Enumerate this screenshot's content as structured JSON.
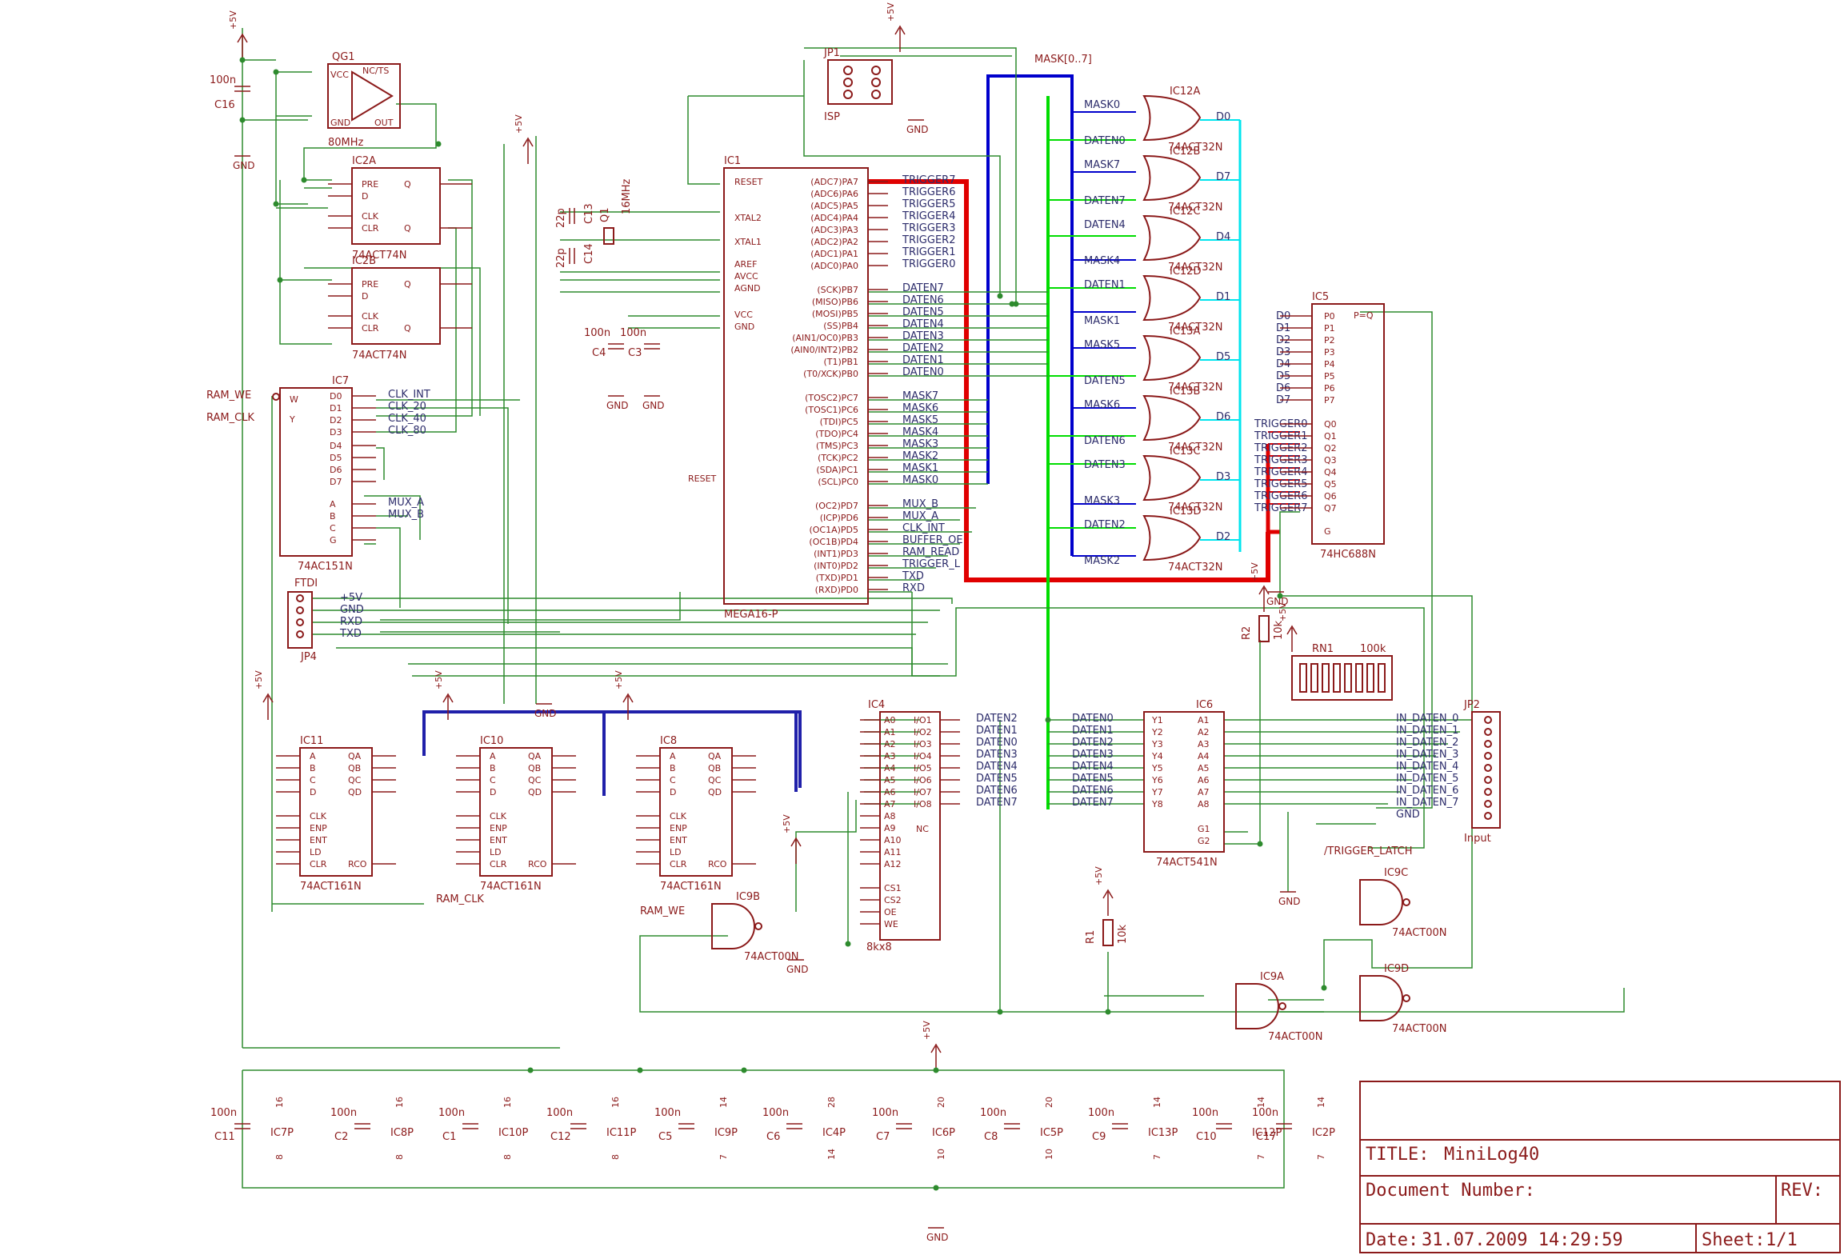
{
  "title_block": {
    "title_label": "TITLE:",
    "title_value": "MiniLog40",
    "docnum_label": "Document Number:",
    "rev_label": "REV:",
    "date_label": "Date:",
    "date_value": "31.07.2009 14:29:59",
    "sheet_label": "Sheet:",
    "sheet_value": "1/1"
  },
  "bus_labels": {
    "mask_bus": "MASK[0..7]"
  },
  "power": {
    "plus5v": "+5V",
    "gnd": "GND"
  },
  "oscillator": {
    "name": "QG1",
    "freq": "80MHz",
    "cap": "100n",
    "cap_name": "C16",
    "pins": [
      "VCC",
      "GND",
      "NC/TS",
      "OUT"
    ]
  },
  "flipflops": [
    {
      "name": "IC2A",
      "type": "74ACT74N",
      "pins": [
        "PRE",
        "D",
        "CLK",
        "CLR",
        "Q",
        "Q"
      ]
    },
    {
      "name": "IC2B",
      "type": "74ACT74N",
      "pins": [
        "PRE",
        "D",
        "CLK",
        "CLR",
        "Q",
        "Q"
      ]
    }
  ],
  "mux": {
    "name": "IC7",
    "type": "74AC151N",
    "left_pins": [
      "W",
      "Y"
    ],
    "inputs": [
      "D0",
      "D1",
      "D2",
      "D3",
      "D4",
      "D5",
      "D6",
      "D7",
      "A",
      "B",
      "C",
      "G"
    ],
    "nets": [
      "CLK_INT",
      "CLK_20",
      "CLK_40",
      "CLK_80",
      "MUX_A",
      "MUX_B"
    ],
    "ext": [
      "RAM_WE",
      "RAM_CLK"
    ]
  },
  "ftdi": {
    "name": "FTDI",
    "ref": "JP4",
    "nets": [
      "+5V",
      "GND",
      "RXD",
      "TXD"
    ]
  },
  "isp": {
    "name": "JP1",
    "label": "ISP"
  },
  "crystal": {
    "name": "Q1",
    "freq": "16MHz",
    "caps": [
      "C13",
      "C14"
    ],
    "cap_value": "22p"
  },
  "decoupling_mcu": [
    {
      "name": "C4",
      "value": "100n"
    },
    {
      "name": "C3",
      "value": "100n"
    }
  ],
  "mcu": {
    "name": "IC1",
    "type": "MEGA16-P",
    "left_pins": [
      "RESET",
      "XTAL2",
      "XTAL1",
      "AREF",
      "AVCC",
      "AGND",
      "VCC",
      "GND",
      "RESET"
    ],
    "portA": [
      "(ADC7)PA7",
      "(ADC6)PA6",
      "(ADC5)PA5",
      "(ADC4)PA4",
      "(ADC3)PA3",
      "(ADC2)PA2",
      "(ADC1)PA1",
      "(ADC0)PA0"
    ],
    "portB": [
      "(SCK)PB7",
      "(MISO)PB6",
      "(MOSI)PB5",
      "(SS)PB4",
      "(AIN1/OC0)PB3",
      "(AIN0/INT2)PB2",
      "(T1)PB1",
      "(T0/XCK)PB0"
    ],
    "portC": [
      "(TOSC2)PC7",
      "(TOSC1)PC6",
      "(TDI)PC5",
      "(TDO)PC4",
      "(TMS)PC3",
      "(TCK)PC2",
      "(SDA)PC1",
      "(SCL)PC0"
    ],
    "portD": [
      "(OC2)PD7",
      "(ICP)PD6",
      "(OC1A)PD5",
      "(OC1B)PD4",
      "(INT1)PD3",
      "(INT0)PD2",
      "(TXD)PD1",
      "(RXD)PD0"
    ],
    "nets_A": [
      "TRIGGER7",
      "TRIGGER6",
      "TRIGGER5",
      "TRIGGER4",
      "TRIGGER3",
      "TRIGGER2",
      "TRIGGER1",
      "TRIGGER0"
    ],
    "nets_B": [
      "DATEN7",
      "DATEN6",
      "DATEN5",
      "DATEN4",
      "DATEN3",
      "DATEN2",
      "DATEN1",
      "DATEN0"
    ],
    "nets_C": [
      "MASK7",
      "MASK6",
      "MASK5",
      "MASK4",
      "MASK3",
      "MASK2",
      "MASK1",
      "MASK0"
    ],
    "nets_D": [
      "MUX_B",
      "MUX_A",
      "CLK_INT",
      "BUFFER_OE",
      "RAM_READ",
      "TRIGGER_L",
      "TXD",
      "RXD"
    ]
  },
  "or_gates": [
    {
      "name": "IC12A",
      "in": [
        "MASK0",
        "DATEN0"
      ],
      "out": "D0"
    },
    {
      "name": "IC12B",
      "in": [
        "MASK7",
        "DATEN7"
      ],
      "out": "D7"
    },
    {
      "name": "IC12C",
      "in": [
        "DATEN4",
        "MASK4"
      ],
      "out": "D4"
    },
    {
      "name": "IC12D",
      "in": [
        "DATEN1",
        "MASK1"
      ],
      "out": "D1"
    },
    {
      "name": "IC13A",
      "in": [
        "MASK5",
        "DATEN5"
      ],
      "out": "D5"
    },
    {
      "name": "IC13B",
      "in": [
        "MASK6",
        "DATEN6"
      ],
      "out": "D6"
    },
    {
      "name": "IC13C",
      "in": [
        "DATEN3",
        "MASK3"
      ],
      "out": "D3"
    },
    {
      "name": "IC13D",
      "in": [
        "DATEN2",
        "MASK2"
      ],
      "out": "D2"
    }
  ],
  "or_gate_type": "74ACT32N",
  "comparator": {
    "name": "IC5",
    "type": "74HC688N",
    "p_pins": [
      "P0",
      "P1",
      "P2",
      "P3",
      "P4",
      "P5",
      "P6",
      "P7"
    ],
    "q_pins": [
      "Q0",
      "Q1",
      "Q2",
      "Q3",
      "Q4",
      "Q5",
      "Q6",
      "Q7"
    ],
    "out": "P=Q",
    "g": "G",
    "d_nets": [
      "D0",
      "D1",
      "D2",
      "D3",
      "D4",
      "D5",
      "D6",
      "D7"
    ],
    "t_nets": [
      "TRIGGER0",
      "TRIGGER1",
      "TRIGGER2",
      "TRIGGER3",
      "TRIGGER4",
      "TRIGGER5",
      "TRIGGER6",
      "TRIGGER7"
    ]
  },
  "counters": [
    {
      "name": "IC11",
      "type": "74ACT161N"
    },
    {
      "name": "IC10",
      "type": "74ACT161N"
    },
    {
      "name": "IC8",
      "type": "74ACT161N"
    }
  ],
  "counter_pins_left": [
    "A",
    "B",
    "C",
    "D",
    "CLK",
    "ENP",
    "ENT",
    "LD",
    "CLR"
  ],
  "counter_pins_right": [
    "QA",
    "QB",
    "QC",
    "QD",
    "RCO"
  ],
  "ram": {
    "name": "IC4",
    "type": "8kx8",
    "addr": [
      "A0",
      "A1",
      "A2",
      "A3",
      "A4",
      "A5",
      "A6",
      "A7",
      "A8",
      "A9",
      "A10",
      "A11",
      "A12"
    ],
    "ctl": [
      "CS1",
      "CS2",
      "OE",
      "WE"
    ],
    "io": [
      "I/O1",
      "I/O2",
      "I/O3",
      "I/O4",
      "I/O5",
      "I/O6",
      "I/O7",
      "I/O8"
    ],
    "nc": "NC",
    "nets": [
      "DATEN2",
      "DATEN1",
      "DATEN0",
      "DATEN3",
      "DATEN4",
      "DATEN5",
      "DATEN6",
      "DATEN7"
    ]
  },
  "buffer": {
    "name": "IC6",
    "type": "74ACT541N",
    "y": [
      "Y1",
      "Y2",
      "Y3",
      "Y4",
      "Y5",
      "Y6",
      "Y7",
      "Y8"
    ],
    "a": [
      "A1",
      "A2",
      "A3",
      "A4",
      "A5",
      "A6",
      "A7",
      "A8"
    ],
    "g": [
      "G1",
      "G2"
    ],
    "nets_left": [
      "DATEN0",
      "DATEN1",
      "DATEN2",
      "DATEN3",
      "DATEN4",
      "DATEN5",
      "DATEN6",
      "DATEN7"
    ]
  },
  "input_connector": {
    "name": "JP2",
    "label": "Input",
    "nets": [
      "IN_DATEN_0",
      "IN_DATEN_1",
      "IN_DATEN_2",
      "IN_DATEN_3",
      "IN_DATEN_4",
      "IN_DATEN_5",
      "IN_DATEN_6",
      "IN_DATEN_7",
      "GND"
    ]
  },
  "resnet": {
    "name": "RN1",
    "value": "100k"
  },
  "resistors": [
    {
      "name": "R2",
      "value": "10k"
    },
    {
      "name": "R1",
      "value": "10k"
    }
  ],
  "nand_gates": [
    {
      "name": "IC9A",
      "type": "74ACT00N"
    },
    {
      "name": "IC9B",
      "type": "74ACT00N"
    },
    {
      "name": "IC9C",
      "type": "74ACT00N"
    },
    {
      "name": "IC9D",
      "type": "74ACT00N"
    }
  ],
  "misc_nets": {
    "ram_we": "RAM_WE",
    "ram_clk": "RAM_CLK",
    "trigger_latch": "/TRIGGER_LATCH"
  },
  "decoupling": [
    {
      "cap": "C11",
      "ic": "IC7P",
      "vcc": "16",
      "gnd": "8"
    },
    {
      "cap": "C2",
      "ic": "IC8P",
      "vcc": "16",
      "gnd": "8"
    },
    {
      "cap": "C1",
      "ic": "IC10P",
      "vcc": "16",
      "gnd": "8"
    },
    {
      "cap": "C12",
      "ic": "IC11P",
      "vcc": "16",
      "gnd": "8"
    },
    {
      "cap": "C5",
      "ic": "IC9P",
      "vcc": "14",
      "gnd": "7"
    },
    {
      "cap": "C6",
      "ic": "IC4P",
      "vcc": "28",
      "gnd": "14"
    },
    {
      "cap": "C7",
      "ic": "IC6P",
      "vcc": "20",
      "gnd": "10"
    },
    {
      "cap": "C8",
      "ic": "IC5P",
      "vcc": "20",
      "gnd": "10"
    },
    {
      "cap": "C9",
      "ic": "IC13P",
      "vcc": "14",
      "gnd": "7"
    },
    {
      "cap": "C10",
      "ic": "IC12P",
      "vcc": "14",
      "gnd": "7"
    },
    {
      "cap": "C17",
      "ic": "IC2P",
      "vcc": "14",
      "gnd": "7"
    }
  ],
  "decoupling_value": "100n",
  "colors": {
    "part": "#8b1a1a",
    "wire": "#2e8b2e",
    "trigger_bus": "#e00000",
    "mask_bus": "#0000cc",
    "daten_bus": "#00dd00",
    "d_bus": "#00e5ee",
    "addr_bus": "#2020aa"
  }
}
